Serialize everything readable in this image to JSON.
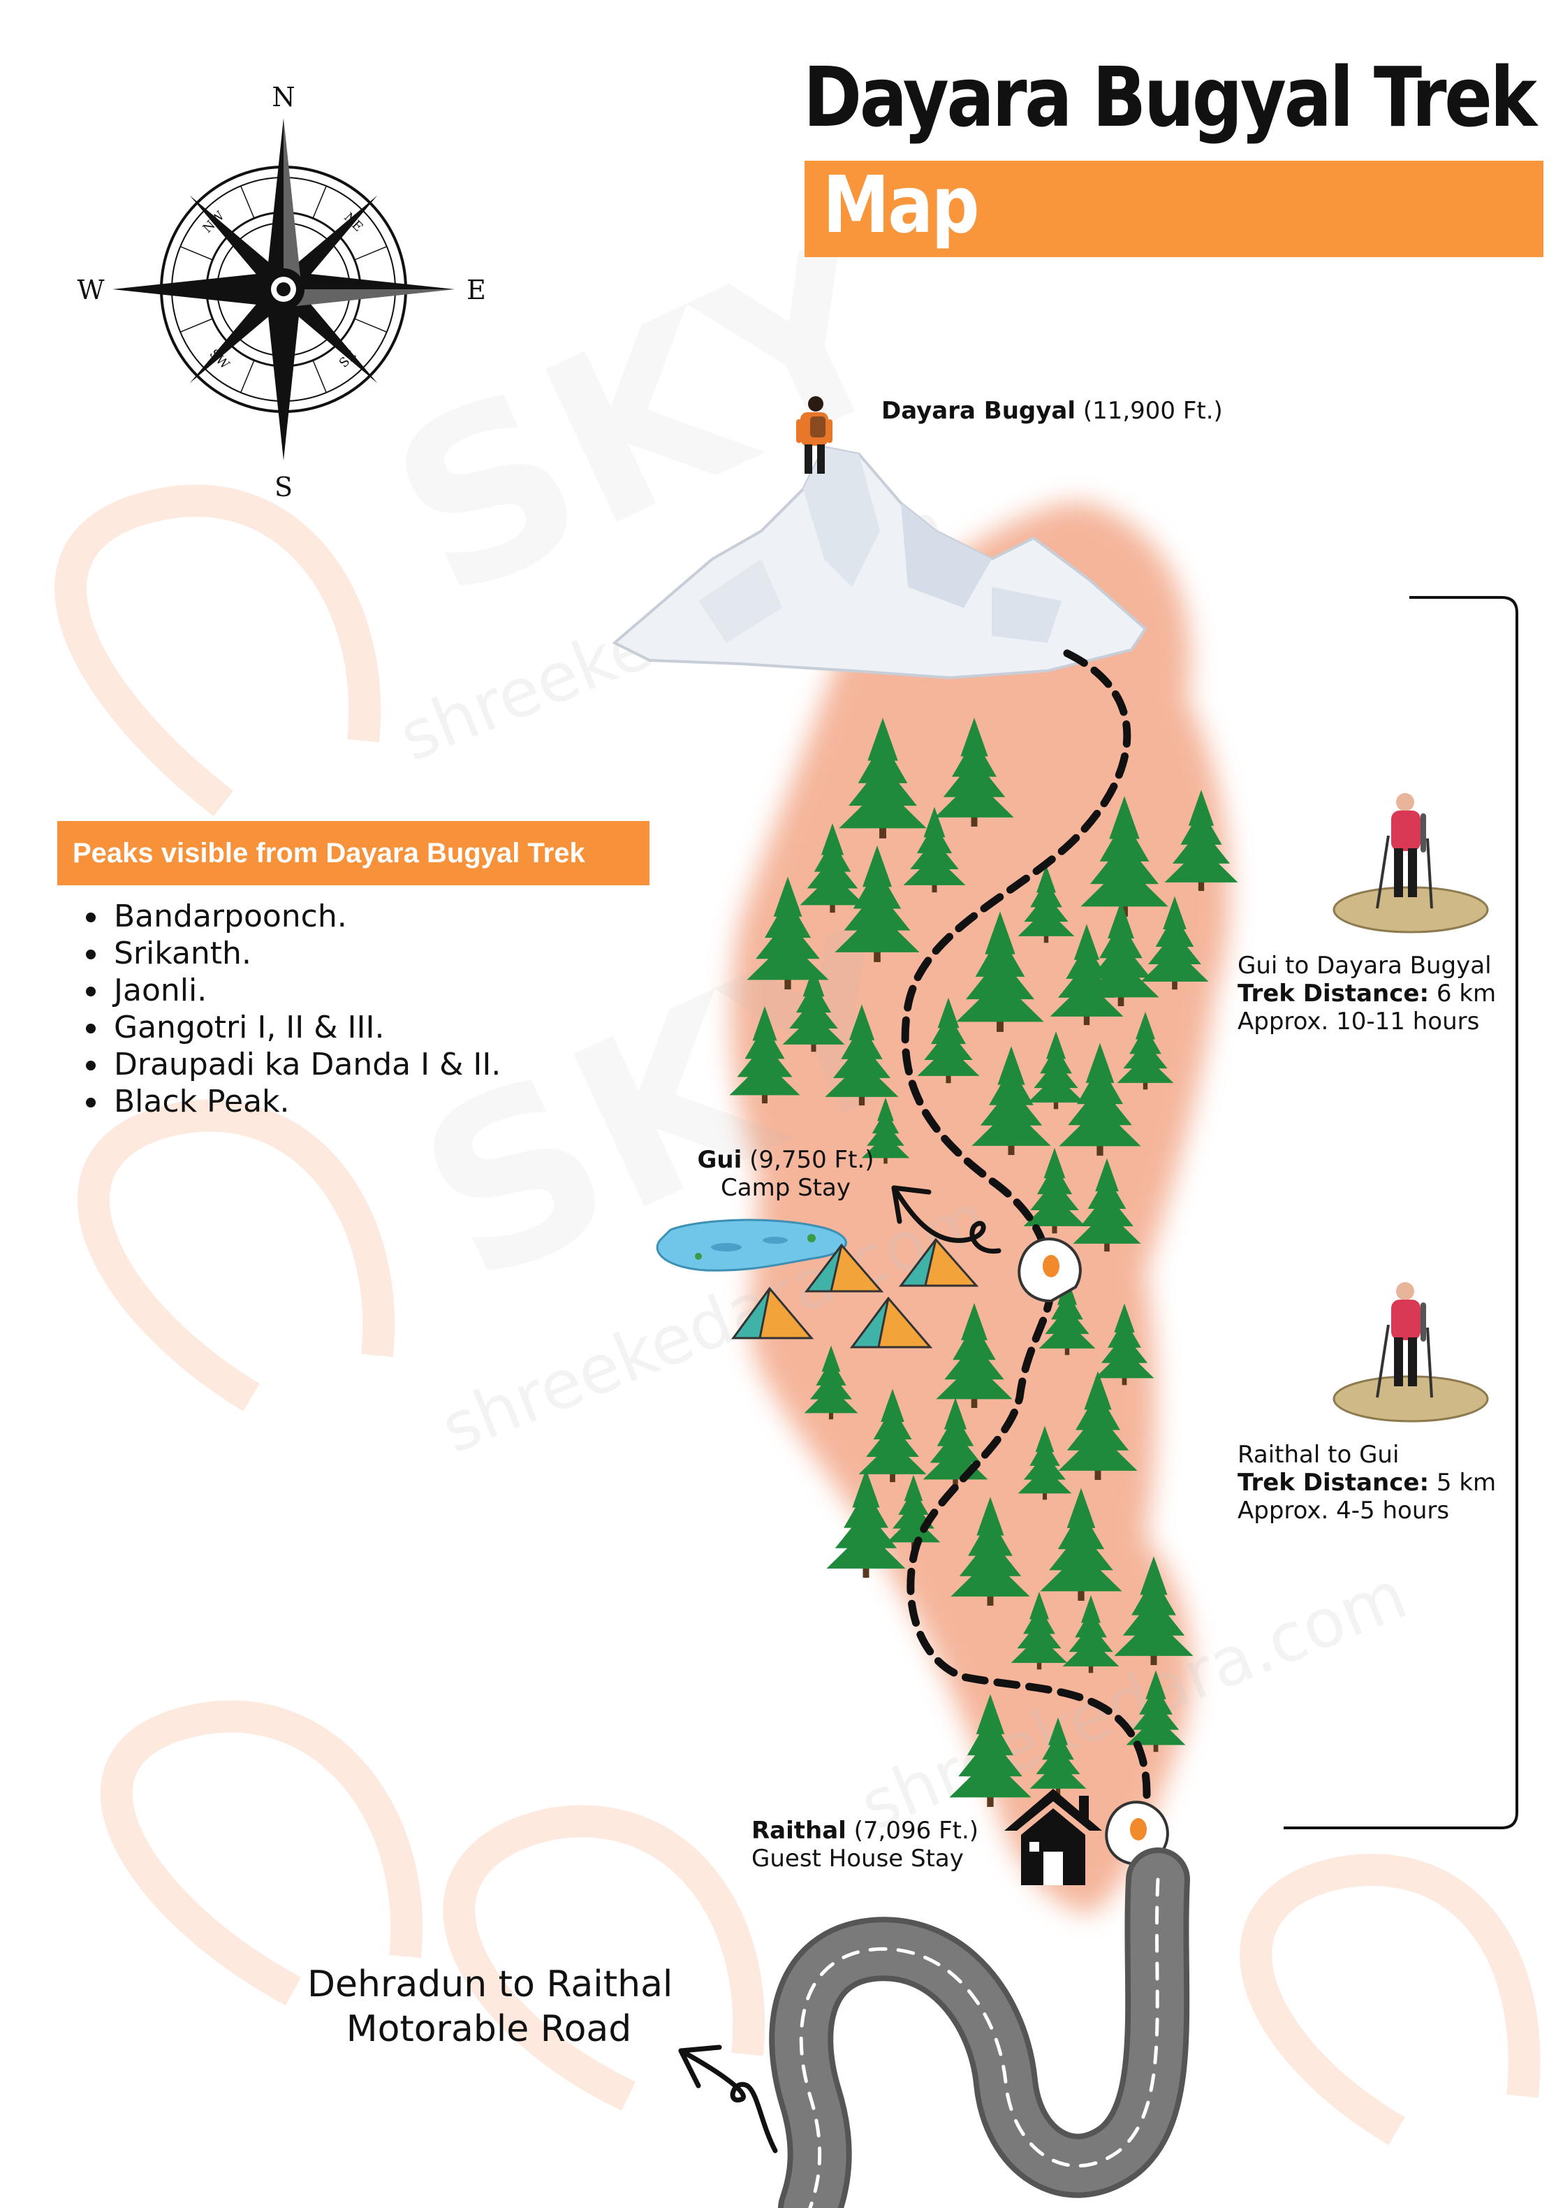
{
  "title": {
    "main": "Dayara Bugyal Trek",
    "sub": "Map"
  },
  "compass": {
    "n": "N",
    "s": "S",
    "e": "E",
    "w": "W",
    "ne": "NE",
    "nw": "NW",
    "se": "SE",
    "sw": "SW"
  },
  "watermark": {
    "brand": "SKY",
    "site": "shreekedara.com"
  },
  "peaks": {
    "heading": "Peaks visible from Dayara Bugyal Trek",
    "items": [
      "Bandarpoonch.",
      "Srikanth.",
      "Jaonli.",
      "Gangotri I, II & III.",
      "Draupadi ka Danda I & II.",
      "Black Peak."
    ]
  },
  "locations": {
    "dayara": {
      "name": "Dayara Bugyal",
      "altitude": "(11,900 Ft.)"
    },
    "gui": {
      "name": "Gui",
      "altitude": "(9,750 Ft.)",
      "stay": "Camp Stay"
    },
    "raithal": {
      "name": "Raithal",
      "altitude": "(7,096 Ft.)",
      "stay": "Guest House Stay"
    }
  },
  "legs": [
    {
      "route": "Gui to Dayara Bugyal",
      "distance_label": "Trek Distance:",
      "distance": "6 km",
      "time": "Approx. 10-11 hours"
    },
    {
      "route": "Raithal  to Gui",
      "distance_label": "Trek Distance:",
      "distance": "5 km",
      "time": "Approx. 4-5 hours"
    }
  ],
  "road": {
    "line1": "Dehradun to Raithal",
    "line2": "Motorable Road"
  },
  "colors": {
    "orange": "#f9963b",
    "terrain": "#f3a98a",
    "tree": "#1f8a3c",
    "water": "#6fc6e8",
    "tent": "#f2a33a",
    "road": "#6a6a6a"
  },
  "trees": [
    [
      1264,
      1108,
      62
    ],
    [
      1395,
      1100,
      56
    ],
    [
      1610,
      1220,
      62
    ],
    [
      1720,
      1198,
      52
    ],
    [
      1192,
      1238,
      46
    ],
    [
      1338,
      1212,
      44
    ],
    [
      1128,
      1330,
      58
    ],
    [
      1256,
      1288,
      60
    ],
    [
      1498,
      1290,
      40
    ],
    [
      1605,
      1360,
      54
    ],
    [
      1682,
      1345,
      48
    ],
    [
      1432,
      1385,
      62
    ],
    [
      1556,
      1390,
      52
    ],
    [
      1165,
      1440,
      44
    ],
    [
      1095,
      1505,
      50
    ],
    [
      1234,
      1505,
      52
    ],
    [
      1358,
      1485,
      44
    ],
    [
      1448,
      1570,
      56
    ],
    [
      1575,
      1568,
      58
    ],
    [
      1512,
      1528,
      40
    ],
    [
      1640,
      1500,
      40
    ],
    [
      1268,
      1615,
      34
    ],
    [
      1510,
      1700,
      44
    ],
    [
      1585,
      1720,
      48
    ],
    [
      1528,
      1880,
      40
    ],
    [
      1190,
      1975,
      38
    ],
    [
      1278,
      2050,
      48
    ],
    [
      1368,
      2060,
      46
    ],
    [
      1395,
      1935,
      54
    ],
    [
      1496,
      2090,
      38
    ],
    [
      1572,
      2035,
      56
    ],
    [
      1240,
      2175,
      56
    ],
    [
      1308,
      2160,
      38
    ],
    [
      1418,
      2215,
      56
    ],
    [
      1548,
      2205,
      58
    ],
    [
      1488,
      2330,
      40
    ],
    [
      1562,
      2335,
      40
    ],
    [
      1652,
      2300,
      56
    ],
    [
      1655,
      2445,
      42
    ],
    [
      1418,
      2500,
      58
    ],
    [
      1515,
      2510,
      40
    ],
    [
      1610,
      1920,
      42
    ]
  ]
}
